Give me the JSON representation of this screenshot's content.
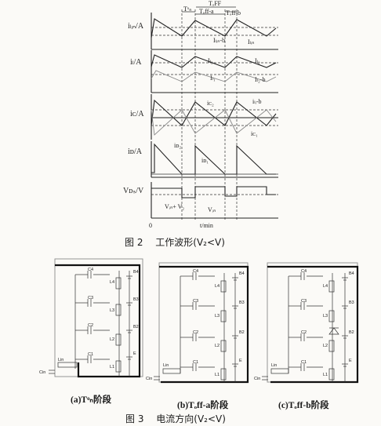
{
  "figure2": {
    "caption": "图 2　 工作波形(V₂<V)",
    "axes": {
      "iLin": "iₗᵢₙ/A",
      "iL": "iₗ/A",
      "iC": "iᴄ/A",
      "iD": "iᴅ/A",
      "VDS": "Vᴅₛ/V"
    },
    "t_label": "t/min",
    "origin": "0",
    "timing": {
      "ton": "Tᵒₙ",
      "toff_a": "Tₒff-a",
      "toff": "TₒFF",
      "toff_b": "Tₒff-b"
    },
    "labels": {
      "iLin_b": "Iₗᵢₙ-b",
      "iLin": "Iₗᵢₙ",
      "iL2_a": "Iₗ₂",
      "iL2_b": "Iₗ₂",
      "iL1": "Iₗ₁",
      "iL2b": "Iₗ₂-b",
      "iC2": "iᴄ₂",
      "iLib": "iₗᵢ-b",
      "iC1": "iᴄ₁",
      "iD2": "iᴅ₂",
      "iD1": "iᴅ₁",
      "vin_v2": "Vᵢₙ+ V₂",
      "vin": "Vᵢₙ"
    }
  },
  "figure3": {
    "caption": "图 3　 电流方向(V₂<V)",
    "panels": [
      {
        "label": "(a)Tᵒₙ阶段"
      },
      {
        "label": "(b)Tₒff-a阶段"
      },
      {
        "label": "(c)Tₒff-b阶段"
      }
    ],
    "components": {
      "C4": "C4",
      "C3": "C3",
      "C2": "C2",
      "C1": "C1",
      "L4": "L4",
      "L3": "L3",
      "L2": "L2",
      "L1": "L1",
      "B4": "B4",
      "B3": "B3",
      "B2": "B2",
      "E": "E",
      "Lin": "Lin",
      "Cin": "Cin"
    }
  }
}
